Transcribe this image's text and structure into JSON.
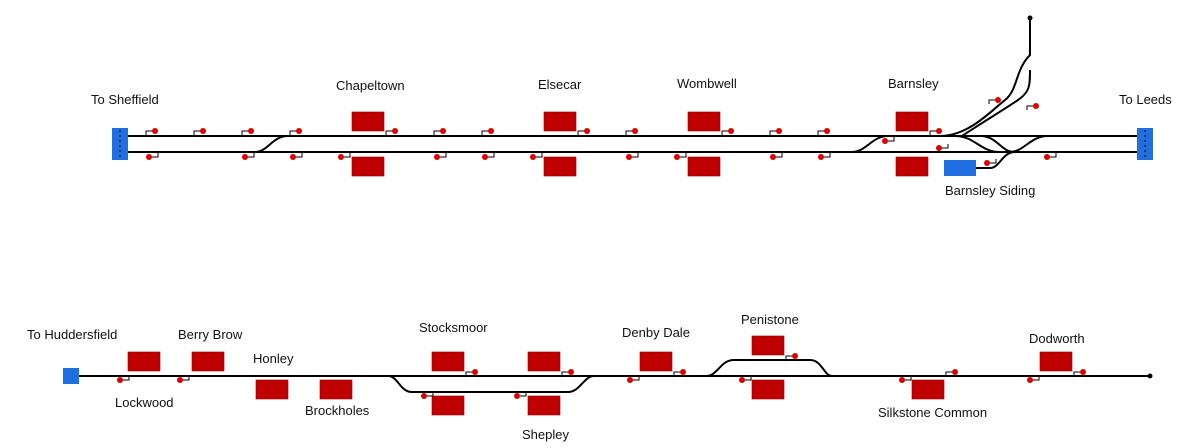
{
  "colors": {
    "track": "#000000",
    "platform": "#c00000",
    "terminal": "#1f6fe0",
    "signal": "#dd0000",
    "background": "#ffffff"
  },
  "icons": {
    "signal": "signal-icon",
    "terminal": "terminal-buffer-icon",
    "platform": "platform-block-icon"
  },
  "upper_line": {
    "destinations": {
      "west": "To Sheffield",
      "east": "To Leeds"
    },
    "stations": [
      {
        "id": "chapeltown",
        "name": "Chapeltown"
      },
      {
        "id": "elsecar",
        "name": "Elsecar"
      },
      {
        "id": "wombwell",
        "name": "Wombwell"
      },
      {
        "id": "barnsley",
        "name": "Barnsley"
      }
    ],
    "siding": "Barnsley Siding"
  },
  "lower_line": {
    "destinations": {
      "west": "To Huddersfield"
    },
    "stations": [
      {
        "id": "lockwood",
        "name": "Lockwood"
      },
      {
        "id": "berry-brow",
        "name": "Berry Brow"
      },
      {
        "id": "honley",
        "name": "Honley"
      },
      {
        "id": "brockholes",
        "name": "Brockholes"
      },
      {
        "id": "stocksmoor",
        "name": "Stocksmoor"
      },
      {
        "id": "shepley",
        "name": "Shepley"
      },
      {
        "id": "denby-dale",
        "name": "Denby Dale"
      },
      {
        "id": "penistone",
        "name": "Penistone"
      },
      {
        "id": "silkstone-common",
        "name": "Silkstone Common"
      },
      {
        "id": "dodworth",
        "name": "Dodworth"
      }
    ]
  }
}
